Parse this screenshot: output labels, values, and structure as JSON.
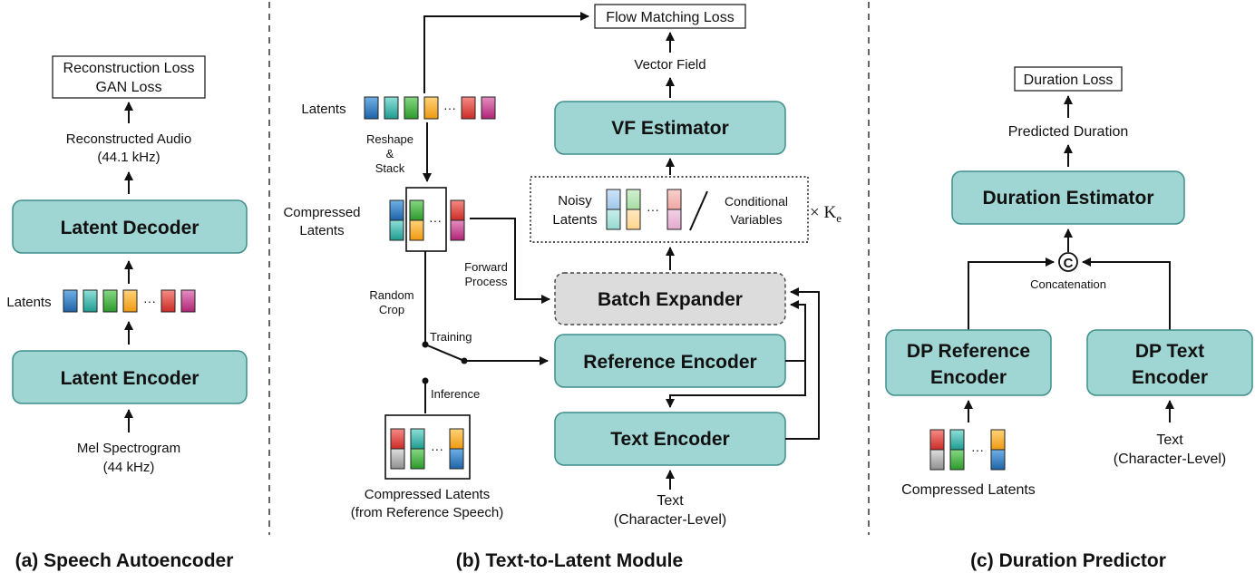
{
  "panel_a": {
    "caption": "(a) Speech Autoencoder",
    "loss_line1": "Reconstruction Loss",
    "loss_line2": "GAN Loss",
    "recon_line1": "Reconstructed Audio",
    "recon_line2": "(44.1 kHz)",
    "decoder": "Latent Decoder",
    "latents_label": "Latents",
    "encoder": "Latent Encoder",
    "mel_line1": "Mel Spectrogram",
    "mel_line2": "(44 kHz)"
  },
  "panel_b": {
    "caption": "(b) Text-to-Latent Module",
    "flow_loss": "Flow Matching Loss",
    "vector_field": "Vector Field",
    "vf_estimator": "VF Estimator",
    "latents_label": "Latents",
    "reshape_1": "Reshape",
    "reshape_2": "&",
    "reshape_3": "Stack",
    "compressed_1": "Compressed",
    "compressed_2": "Latents",
    "noisy_1": "Noisy",
    "noisy_2": "Latents",
    "cond_1": "Conditional",
    "cond_2": "Variables",
    "times_k": "× K",
    "times_k_sub": "e",
    "forward_1": "Forward",
    "forward_2": "Process",
    "batch_expander": "Batch Expander",
    "random_crop_1": "Random",
    "random_crop_2": "Crop",
    "training": "Training",
    "inference": "Inference",
    "reference_encoder": "Reference Encoder",
    "text_encoder": "Text Encoder",
    "ref_latents_1": "Compressed Latents",
    "ref_latents_2": "(from Reference Speech)",
    "text_1": "Text",
    "text_2": "(Character-Level)"
  },
  "panel_c": {
    "caption": "(c) Duration Predictor",
    "duration_loss": "Duration Loss",
    "predicted": "Predicted Duration",
    "estimator": "Duration Estimator",
    "concat_symbol": "C",
    "concatenation": "Concatenation",
    "dp_ref_1": "DP Reference",
    "dp_ref_2": "Encoder",
    "dp_text_1": "DP Text",
    "dp_text_2": "Encoder",
    "compressed": "Compressed Latents",
    "text_1": "Text",
    "text_2": "(Character-Level)"
  },
  "colors": {
    "teal_box": "#9fd5d2",
    "gray_box": "#dcdcdc",
    "latent_blue": "#2a78c2",
    "latent_teal": "#2fb3a8",
    "latent_green": "#3cae3a",
    "latent_orange": "#f6a81d",
    "latent_red": "#e0413b",
    "latent_magenta": "#c8348c",
    "latent_gray": "#a9a9a9"
  },
  "icons": [
    "ellipsis-dots",
    "slash-divider",
    "concat-circle-icon"
  ]
}
